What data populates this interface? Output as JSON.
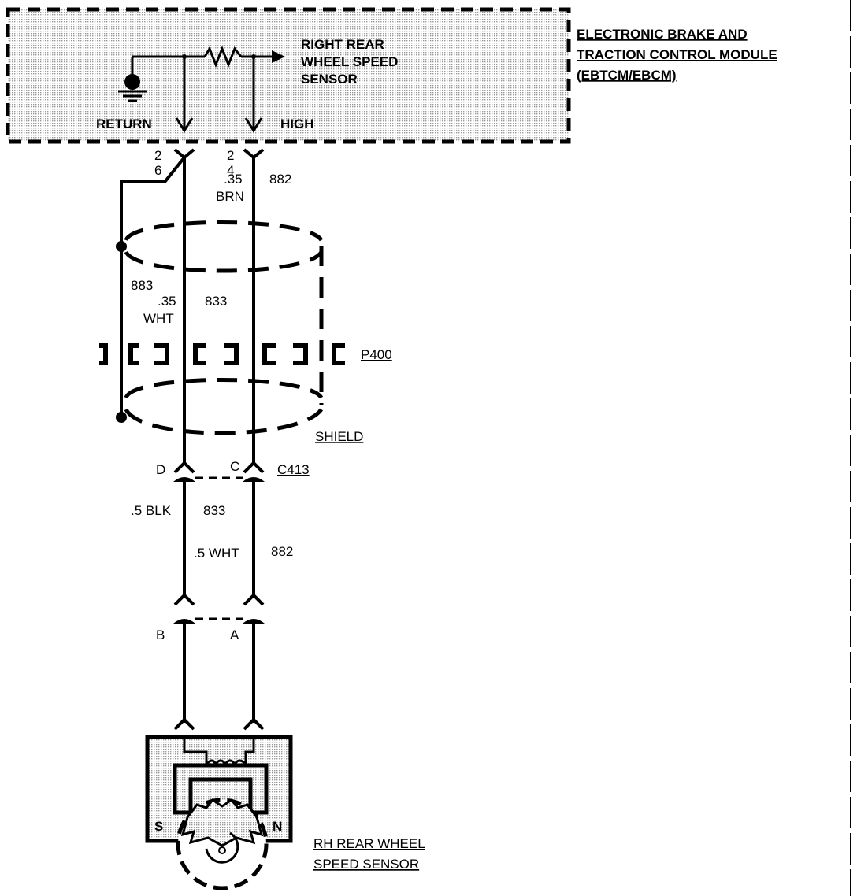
{
  "module": {
    "title_lines": [
      "ELECTRONIC BRAKE AND",
      "TRACTION CONTROL MODULE",
      "(EBTCM/EBCM)"
    ],
    "sensor_lines": [
      "RIGHT REAR",
      "WHEEL SPEED",
      "SENSOR"
    ],
    "return_label": "RETURN",
    "high_label": "HIGH"
  },
  "module_pins": {
    "left_top": "2",
    "left_bottom": "6",
    "right_top": "2",
    "right_bottom": "4"
  },
  "wires_upper": {
    "high_gauge": ".35",
    "high_color": "BRN",
    "high_circuit": "882",
    "drain_circuit": "883",
    "return_gauge": ".35",
    "return_color": "WHT",
    "return_circuit": "833"
  },
  "shield": {
    "splice": "P400",
    "label": "SHIELD"
  },
  "connector_c413": {
    "name": "C413",
    "pin_left": "D",
    "pin_right": "C"
  },
  "wires_lower": {
    "left_spec": ".5 BLK",
    "left_circuit": "833",
    "right_spec": ".5 WHT",
    "right_circuit": "882"
  },
  "sensor_connector": {
    "pin_left": "B",
    "pin_right": "A"
  },
  "sensor": {
    "pole_left": "S",
    "pole_right": "N",
    "label_lines": [
      "RH REAR  WHEEL",
      "SPEED SENSOR"
    ]
  }
}
